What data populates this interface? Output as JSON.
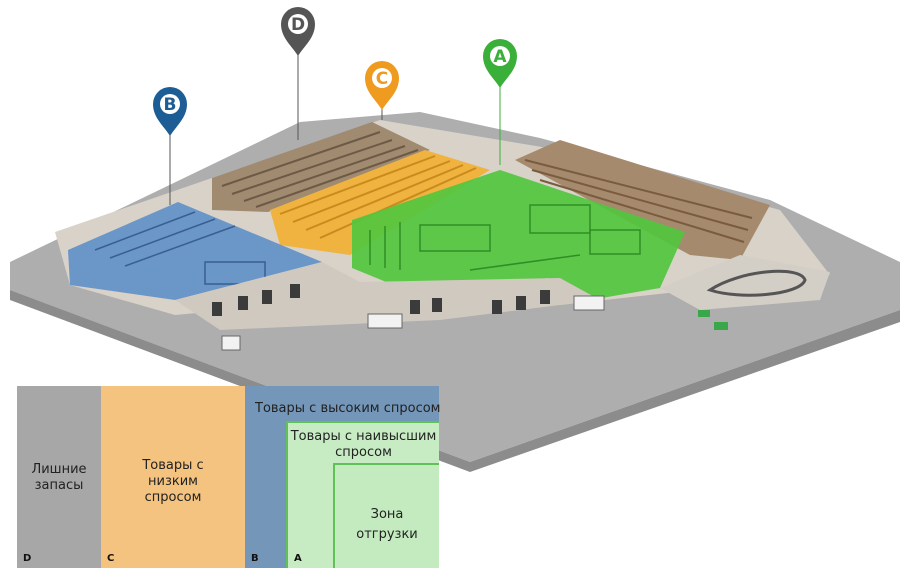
{
  "pins": {
    "a": {
      "letter": "A",
      "color": "#3ab03a"
    },
    "b": {
      "letter": "B",
      "color": "#1d5d96"
    },
    "c": {
      "letter": "C",
      "color": "#ee9b1f"
    },
    "d": {
      "letter": "D",
      "color": "#555555"
    }
  },
  "legend": {
    "zone_d": {
      "letter": "D",
      "label_line1": "Лишние",
      "label_line2": "запасы"
    },
    "zone_c": {
      "letter": "C",
      "label_line1": "Товары с",
      "label_line2": "низким",
      "label_line3": "спросом"
    },
    "zone_b": {
      "letter": "B",
      "label": "Товары с высоким спросом"
    },
    "zone_a": {
      "letter": "A",
      "label_line1": "Товары с наивысшим",
      "label_line2": "спросом"
    },
    "zone_ship": {
      "label_line1": "Зона",
      "label_line2": "отгрузки"
    }
  },
  "colors": {
    "ground": "#a9a9a9",
    "wall": "#d6d0c8",
    "zone_a": "#4cc43b",
    "zone_b": "#5f8fc7",
    "zone_c": "#f0b340",
    "zone_d": "#a58f75"
  }
}
